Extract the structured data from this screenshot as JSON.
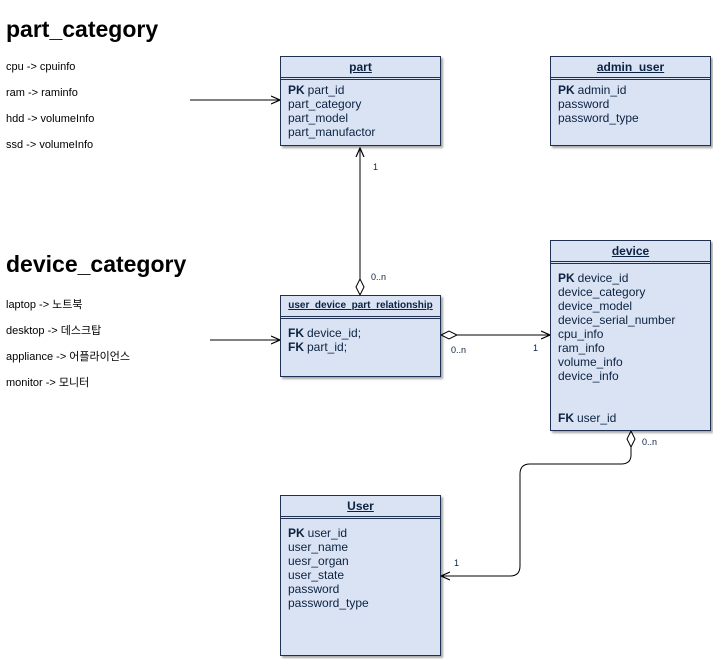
{
  "part_category": {
    "heading": "part_category",
    "mappings": [
      "cpu  -> cpuinfo",
      "ram -> raminfo",
      "hdd -> volumeInfo",
      "ssd -> volumeInfo"
    ]
  },
  "device_category": {
    "heading": "device_category",
    "mappings": [
      "laptop -> 노트북",
      "desktop -> 데스크탑",
      "appliance -> 어플라이언스",
      "monitor -> 모니터"
    ]
  },
  "entities": {
    "part": {
      "title": "part",
      "fields": [
        {
          "key": "PK",
          "name": "part_id"
        },
        {
          "key": "",
          "name": "part_category"
        },
        {
          "key": "",
          "name": "part_model"
        },
        {
          "key": "",
          "name": "part_manufactor"
        }
      ]
    },
    "admin_user": {
      "title": "admin_user",
      "fields": [
        {
          "key": "PK",
          "name": "admin_id"
        },
        {
          "key": "",
          "name": "password"
        },
        {
          "key": "",
          "name": "password_type"
        }
      ]
    },
    "relationship": {
      "title": "user_device_part_relationship",
      "fields": [
        {
          "key": "FK",
          "name": "device_id;"
        },
        {
          "key": "FK",
          "name": "part_id;"
        }
      ]
    },
    "device": {
      "title": "device",
      "fields": [
        {
          "key": "PK",
          "name": "device_id"
        },
        {
          "key": "",
          "name": "device_category"
        },
        {
          "key": "",
          "name": "device_model"
        },
        {
          "key": "",
          "name": "device_serial_number"
        },
        {
          "key": "",
          "name": "cpu_info"
        },
        {
          "key": "",
          "name": "ram_info"
        },
        {
          "key": "",
          "name": "volume_info"
        },
        {
          "key": "",
          "name": "device_info"
        }
      ],
      "footer_field": {
        "key": "FK",
        "name": "user_id"
      }
    },
    "user": {
      "title": "User",
      "fields": [
        {
          "key": "PK",
          "name": "user_id"
        },
        {
          "key": "",
          "name": "user_name"
        },
        {
          "key": "",
          "name": "uesr_organ"
        },
        {
          "key": "",
          "name": "user_state"
        },
        {
          "key": "",
          "name": "password"
        },
        {
          "key": "",
          "name": "password_type"
        }
      ]
    }
  },
  "multiplicities": {
    "part_rel_one": "1",
    "part_rel_many": "0..n",
    "rel_device_many": "0..n",
    "rel_device_one": "1",
    "device_user_many": "0..n",
    "device_user_one": "1"
  }
}
